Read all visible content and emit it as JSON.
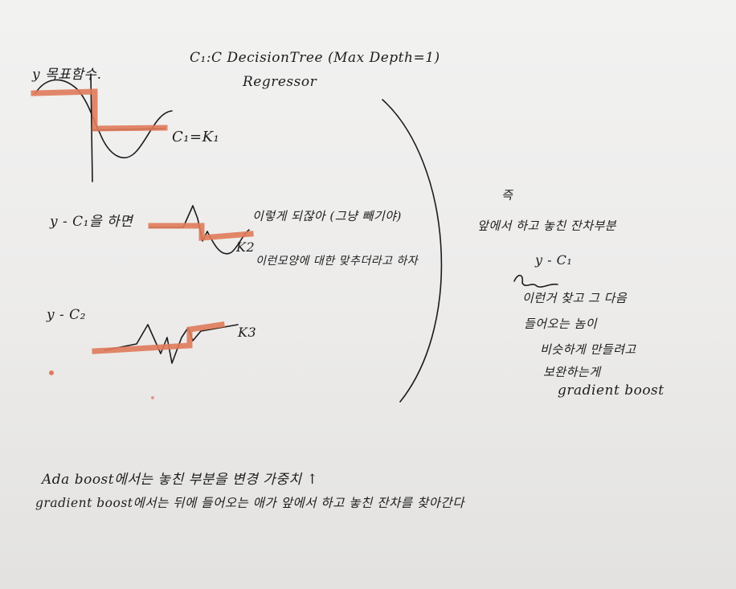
{
  "notes": {
    "y_obs": "y 목표함수.",
    "tree_title": "C₁:C DecisionTree (Max Depth=1)",
    "tree_sub": "Regressor",
    "c1": "C₁=K₁",
    "res1": "y - C₁을 하면",
    "res1_note1": "이렇게 되잖아 (그냥 빼기야)",
    "res1_note2": "이런모양에 대한 맞추더라고 하자",
    "k2": "K2",
    "res2": "y - C₂",
    "k3": "K3",
    "side_mark": "즉",
    "side_1": "앞에서 하고 놓친 잔차부분",
    "side_2": "y - C₁",
    "side_3": "이런거 찾고 그 다음",
    "side_4": "들어오는 놈이",
    "side_5": "비슷하게 만들려고",
    "side_6": "보완하는게",
    "side_7": "gradient boost",
    "bottom_1": "Ada boost에서는 놓친 부분을 변경 가중치 ↑",
    "bottom_2": "gradient boost에서는 뒤에 들어오는 애가 앞에서 하고 놓친 잔차를 찾아간다"
  },
  "colors": {
    "paper": "#efeeec",
    "ink": "#1b1b1b",
    "highlighter": "#e07a5a"
  }
}
